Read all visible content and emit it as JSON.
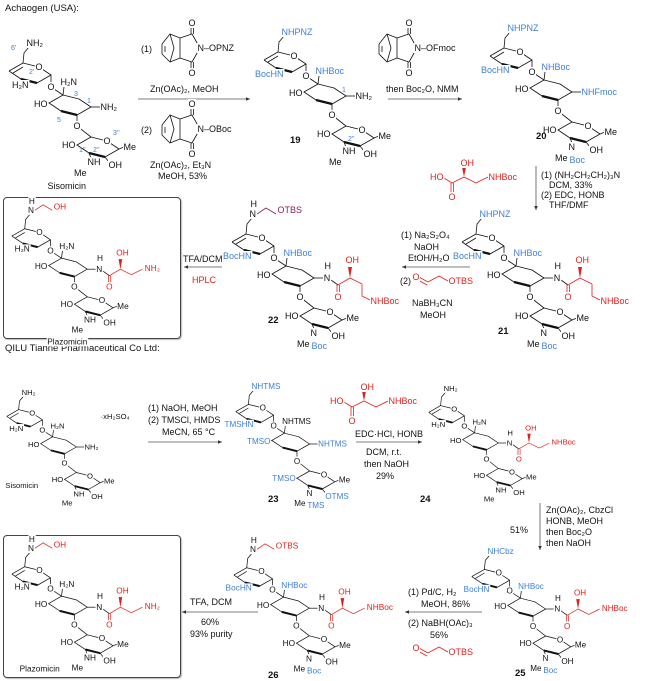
{
  "colors": {
    "blue": "#3d7fd6",
    "red": "#e0201b",
    "purple": "#8e1f52",
    "ink": "#111111"
  },
  "sections": {
    "achaogen": "Achaogen (USA):",
    "qilu": "QILU Tianhe Pharmaceutical Co Ltd:"
  },
  "compounds": {
    "sis1": {
      "labels": {
        "top": "NH₂",
        "ringA_o": "O",
        "a_n": "H₂N",
        "link1": "O",
        "b_top": "H₂N",
        "b_left": "HO",
        "b_right": "NH₂",
        "link2": "O",
        "ringC_o": "O",
        "c_left": "HO",
        "c_right": "Me",
        "c_n": "NH",
        "c_me": "Me",
        "c_oh": "OH",
        "name": "Sisomicin"
      },
      "locants": {
        "l6p": "6'",
        "l2p": "2'",
        "l3": "3",
        "l5": "5",
        "l1": "1",
        "l1pp": "1''",
        "l2pp": "2''",
        "l3pp": "3''"
      }
    },
    "c19": {
      "number": "19",
      "labels": {
        "top": {
          "t": "NHPNZ",
          "c": "blue"
        },
        "ringA_o": "O",
        "a_n": {
          "t": "BocHN",
          "c": "blue"
        },
        "link1": "O",
        "b_top": {
          "t": "NHBoc",
          "c": "blue"
        },
        "b_left": "HO",
        "b_right": "NH₂",
        "link2": "O",
        "ringC_o": "O",
        "c_left": "HO",
        "c_right": "Me",
        "c_n": "NH",
        "c_me": "Me",
        "c_oh": "OH"
      },
      "locants": {
        "l1": "1",
        "l2pp": "2''"
      }
    },
    "c20": {
      "number": "20",
      "labels": {
        "top": {
          "t": "NHPNZ",
          "c": "blue"
        },
        "ringA_o": "O",
        "a_n": {
          "t": "BocHN",
          "c": "blue"
        },
        "link1": "O",
        "b_top": {
          "t": "NHBoc",
          "c": "blue"
        },
        "b_left": "HO",
        "b_right": {
          "t": "NHFmoc",
          "c": "blue"
        },
        "link2": "O",
        "ringC_o": "O",
        "c_left": "HO",
        "c_right": "Me",
        "c_n": "N",
        "c_me": "Me",
        "c_oh": "OH",
        "c_boc": {
          "t": "Boc",
          "c": "blue"
        }
      }
    },
    "c21": {
      "number": "21",
      "labels": {
        "top": {
          "t": "NHPNZ",
          "c": "blue"
        },
        "ringA_o": "O",
        "a_n": {
          "t": "BocHN",
          "c": "blue"
        },
        "link1": "O",
        "b_top": {
          "t": "NHBoc",
          "c": "blue"
        },
        "b_left": "HO",
        "amide_n": "N",
        "amide_h": "H",
        "amide_o": {
          "t": "O",
          "c": "red"
        },
        "side_oh": {
          "t": "OH",
          "c": "red"
        },
        "side_end": {
          "t": "NHBoc",
          "c": "red"
        },
        "link2": "O",
        "ringC_o": "O",
        "c_left": "HO",
        "c_right": "Me",
        "c_n": "N",
        "c_me": "Me",
        "c_oh": "OH",
        "c_boc": {
          "t": "Boc",
          "c": "blue"
        }
      }
    },
    "c22": {
      "number": "22",
      "labels": {
        "top_n": "N",
        "top_h": "H",
        "top_chain": {
          "t": "OTBS",
          "c": "purple"
        },
        "ringA_o": "O",
        "a_n": {
          "t": "BocHN",
          "c": "blue"
        },
        "link1": "O",
        "b_top": {
          "t": "NHBoc",
          "c": "blue"
        },
        "b_left": "HO",
        "amide_n": "N",
        "amide_h": "H",
        "amide_o": {
          "t": "O",
          "c": "red"
        },
        "side_oh": {
          "t": "OH",
          "c": "red"
        },
        "side_end": {
          "t": "NHBoc",
          "c": "red"
        },
        "link2": "O",
        "ringC_o": "O",
        "c_left": "HO",
        "c_right": "Me",
        "c_n": "N",
        "c_me": "Me",
        "c_oh": "OH",
        "c_boc": {
          "t": "Boc",
          "c": "blue"
        }
      }
    },
    "plazo1": {
      "labels": {
        "top_n": "N",
        "top_h": "H",
        "top_chain": {
          "t": "OH",
          "c": "red"
        },
        "ringA_o": "O",
        "a_n": "H₂N",
        "link1": "O",
        "b_top": "H₂N",
        "b_left": "HO",
        "amide_n": "N",
        "amide_h": "H",
        "amide_o": {
          "t": "O",
          "c": "red"
        },
        "side_oh": {
          "t": "OH",
          "c": "red"
        },
        "side_end": {
          "t": "NH₂",
          "c": "red"
        },
        "link2": "O",
        "ringC_o": "O",
        "c_left": "HO",
        "c_right": "Me",
        "c_n": "NH",
        "c_me": "Me",
        "c_oh": "OH",
        "name": "Plazomicin"
      }
    },
    "sis2": {
      "labels": {
        "top": "NH₂",
        "ringA_o": "O",
        "a_n": "H₂N",
        "link1": "O",
        "b_top": "H₂N",
        "b_left": "HO",
        "b_right": "NH₂",
        "link2": "O",
        "ringC_o": "O",
        "c_left": "HO",
        "c_right": "Me",
        "c_n": "NH",
        "c_me": "Me",
        "c_oh": "OH",
        "name": "Sisomicin",
        "salt": "·xH₂SO₄"
      }
    },
    "c23": {
      "number": "23",
      "labels": {
        "top": {
          "t": "NHTMS",
          "c": "blue"
        },
        "ringA_o": "O",
        "a_n": {
          "t": "TMSHN",
          "c": "blue"
        },
        "link1": "O",
        "b_top": "NHTMS",
        "b_left": {
          "t": "TMSO",
          "c": "blue"
        },
        "b_right": {
          "t": "NHTMS",
          "c": "blue"
        },
        "link2": "O",
        "ringC_o": "O",
        "c_left": {
          "t": "TMSO",
          "c": "blue"
        },
        "c_right": "Me",
        "c_n": "N",
        "c_me": "Me",
        "c_oh": {
          "t": "OTMS",
          "c": "blue"
        },
        "c_boc": {
          "t": "TMS",
          "c": "blue"
        }
      }
    },
    "c24": {
      "number": "24",
      "labels": {
        "top": "NH₂",
        "ringA_o": "O",
        "a_n": "H₂N",
        "link1": "O",
        "b_top": "H₂N",
        "b_left": "HO",
        "amide_n": "N",
        "amide_h": "H",
        "amide_o": {
          "t": "O",
          "c": "red"
        },
        "side_oh": {
          "t": "OH",
          "c": "red"
        },
        "side_end": {
          "t": "NHBoc",
          "c": "red"
        },
        "link2": "O",
        "ringC_o": "O",
        "c_left": "HO",
        "c_right": "Me",
        "c_n": "NH",
        "c_me": "Me",
        "c_oh": "OH"
      }
    },
    "c25": {
      "number": "25",
      "labels": {
        "top": {
          "t": "NHCbz",
          "c": "blue"
        },
        "ringA_o": "O",
        "a_n": {
          "t": "BocHN",
          "c": "blue"
        },
        "link1": "O",
        "b_top": {
          "t": "NHBoc",
          "c": "blue"
        },
        "b_left": "HO",
        "amide_n": "N",
        "amide_h": "H",
        "amide_o": {
          "t": "O",
          "c": "red"
        },
        "side_oh": {
          "t": "OH",
          "c": "red"
        },
        "side_end": {
          "t": "NHBoc",
          "c": "red"
        },
        "link2": "O",
        "ringC_o": "O",
        "c_left": "HO",
        "c_right": "Me",
        "c_n": "N",
        "c_me": "Me",
        "c_oh": "OH",
        "c_boc": {
          "t": "Boc",
          "c": "blue"
        }
      }
    },
    "c26": {
      "number": "26",
      "labels": {
        "top_n": "N",
        "top_h": "H",
        "top_chain": {
          "t": "OTBS",
          "c": "red"
        },
        "ringA_o": "O",
        "a_n": {
          "t": "BocHN",
          "c": "blue"
        },
        "link1": "O",
        "b_top": {
          "t": "NHBoc",
          "c": "blue"
        },
        "b_left": "HO",
        "amide_n": "N",
        "amide_h": "H",
        "amide_o": {
          "t": "O",
          "c": "red"
        },
        "side_oh": {
          "t": "OH",
          "c": "red"
        },
        "side_end": {
          "t": "NHBoc",
          "c": "red"
        },
        "link2": "O",
        "ringC_o": "O",
        "c_left": "HO",
        "c_right": "Me",
        "c_n": "N",
        "c_me": "Me",
        "c_oh": "OH",
        "c_boc": {
          "t": "Boc",
          "c": "blue"
        }
      }
    },
    "plazo2": {
      "labels": {
        "top_n": "N",
        "top_h": "H",
        "top_chain": {
          "t": "OH",
          "c": "red"
        },
        "ringA_o": "O",
        "a_n": "H₂N",
        "link1": "O",
        "b_top": "H₂N",
        "b_left": "HO",
        "amide_n": "N",
        "amide_h": "H",
        "amide_o": {
          "t": "O",
          "c": "red"
        },
        "side_oh": {
          "t": "OH",
          "c": "red"
        },
        "side_end": {
          "t": "NH₂",
          "c": "red"
        },
        "link2": "O",
        "ringC_o": "O",
        "c_left": "HO",
        "c_right": "Me",
        "c_n": "NH",
        "c_me": "Me",
        "c_oh": "OH",
        "name": "Plazomicin"
      }
    }
  },
  "steps": {
    "s1": {
      "tag1": "(1)",
      "reagent1_o_top": "O",
      "reagent1_o_bot": "O",
      "reagent1_n": "N–OPNZ",
      "cond1": "Zn(OAc)₂, MeOH",
      "tag2": "(2)",
      "reagent2_o_top": "O",
      "reagent2_o_bot": "O",
      "reagent2_n": "N–OBoc",
      "cond2a": "Zn(OAc)₂, Et₃N",
      "cond2b": "MeOH, 53%"
    },
    "s2": {
      "reagent_o_top": "O",
      "reagent_o_bot": "O",
      "reagent_n": "N–OFmoc",
      "cond": "then Boc₂O, NMM"
    },
    "s3": {
      "acid_ho": "HO",
      "acid_oh": "OH",
      "acid_o": "O",
      "acid_nhboc": "NHBoc",
      "lines": [
        "(1) (NH₂CH₂CH₂)₃N",
        "DCM, 33%",
        "(2) EDC, HONB",
        "THF/DMF"
      ]
    },
    "s4": {
      "lines_top": [
        "(1) Na₂S₂O₄",
        "NaOH",
        "EtOH/H₂O"
      ],
      "tag2": "(2)",
      "ald_o": "O",
      "ald_otbs": "OTBS",
      "lines_bot": [
        "NaBH₃CN",
        "MeOH"
      ]
    },
    "s5": {
      "cond": "TFA/DCM",
      "purif": "HPLC"
    },
    "s6": {
      "lines": [
        "(1) NaOH, MeOH",
        "(2) TMSCl, HMDS",
        "MeCN, 65 °C"
      ]
    },
    "s7": {
      "acid_ho": "HO",
      "acid_oh": "OH",
      "acid_o": "O",
      "acid_nhboc": "NHBoc",
      "cond_top": "EDC·HCl, HONB",
      "lines_bot": [
        "DCM, r.t.",
        "then NaOH",
        "29%"
      ]
    },
    "s8": {
      "yield": "51%",
      "lines": [
        "Zn(OAc)₂, CbzCl",
        "HONB, MeOH",
        "then Boc₂O",
        "then NaOH"
      ]
    },
    "s9": {
      "lines_top": [
        "(1) Pd/C, H₂",
        "MeOH, 86%"
      ],
      "lines_bot": [
        "(2) NaBH(OAc)₃",
        "56%"
      ],
      "ald_o": "O",
      "ald_otbs": "OTBS"
    },
    "s10": {
      "cond": "TFA, DCM",
      "lines_bot": [
        "60%",
        "93% purity"
      ]
    }
  }
}
